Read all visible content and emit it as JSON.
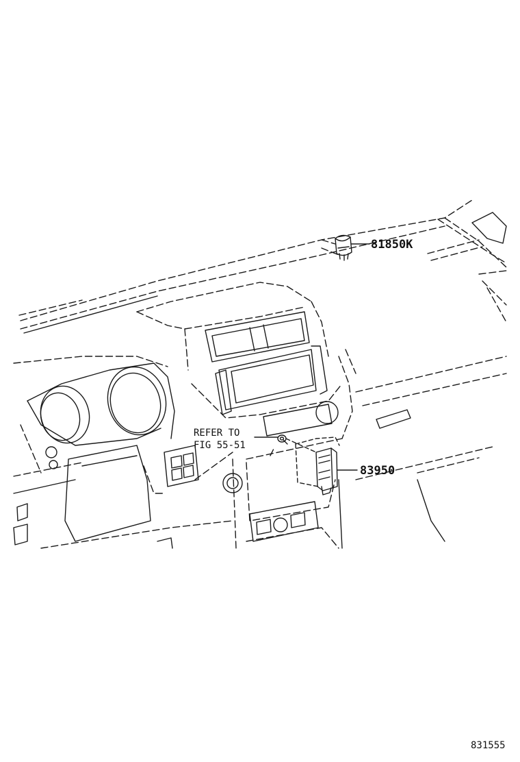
{
  "callouts": {
    "part_81850k": "81850K",
    "part_83950": "83950",
    "refer_line1": "REFER TO",
    "refer_line2": "FIG 55-51"
  },
  "figure_id": "831555",
  "colors": {
    "line": "#1a1a1a",
    "background": "#ffffff"
  },
  "icons": [
    "courtesy-lamp-icon",
    "clock-module-icon",
    "clip-bolt-icon"
  ]
}
